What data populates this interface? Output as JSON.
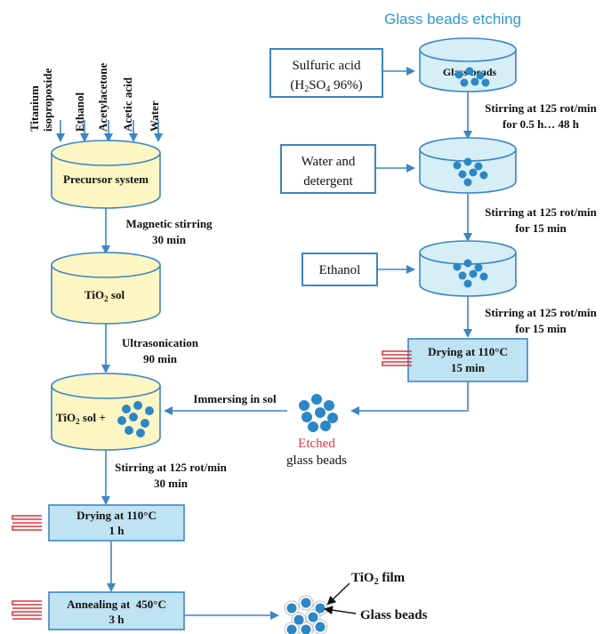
{
  "title": "Glass beads etching",
  "colors": {
    "arrow": "#3a86c8",
    "cylinder_yellow": "#fdf5c2",
    "cylinder_blue": "#d6eef6",
    "box_fill": "#bfe3f2",
    "box_border": "#3a86c8",
    "bead": "#2a87c9",
    "heater": "#e0353a",
    "title": "#2a9ad6",
    "etched": "#e0353a"
  },
  "left": {
    "reagents": [
      "Titanium isopropoxide",
      "Ethanol",
      "Acetylacetone",
      "Acetic acid",
      "Water"
    ],
    "precursor": "Precursor system",
    "step1": [
      "Magnetic stirring",
      "30 min"
    ],
    "sol": "TiO2 sol",
    "step2": [
      "Ultrasonication",
      "90 min"
    ],
    "sol_plus": "TiO2 sol +",
    "step3": [
      "Stirring at 125 rot/min",
      "30 min"
    ],
    "drying": [
      "Drying at 110°C",
      "1 h"
    ],
    "annealing": [
      "Annealing at  450°C",
      "3 h"
    ]
  },
  "right": {
    "acid": [
      "Sulfuric acid",
      "(H2SO4 96%)"
    ],
    "glass_beads": "Glass beads",
    "step1": [
      "Stirring at 125 rot/min",
      "for 0.5 h… 48 h"
    ],
    "water": [
      "Water and",
      "detergent"
    ],
    "step2": [
      "Stirring at 125 rot/min",
      "for 15 min"
    ],
    "ethanol": "Ethanol",
    "step3": [
      "Stirring at 125 rot/min",
      "for 15 min"
    ],
    "drying": [
      "Drying at 110°C",
      "15 min"
    ]
  },
  "middle": {
    "immersing": "Immersing in sol",
    "etched": "Etched",
    "etched_sub": "glass beads"
  },
  "result": {
    "film": "TiO2 film",
    "beads": "Glass beads"
  }
}
